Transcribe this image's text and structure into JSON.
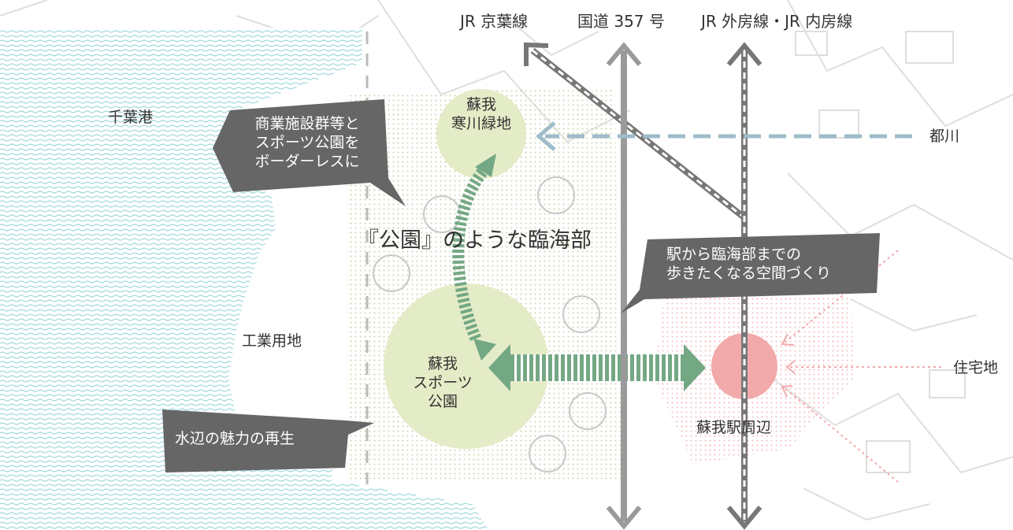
{
  "colors": {
    "sea_wave": "#8ccfd6",
    "green_zone": "#e4ecc7",
    "green_arrow": "#74a884",
    "dark_callout": "#666666",
    "pink_station": "#f2a9aa",
    "pink_dots": "#f5b8bc",
    "blue_arrow": "#9fbcc9",
    "road_gray": "#9a9a9a",
    "rail_gray": "#777777"
  },
  "top_labels": {
    "keiyo": "JR 京葉線",
    "route357": "国道 357 号",
    "sotobo": "JR 外房線・JR 内房線"
  },
  "places": {
    "chiba_port": "千葉港",
    "industrial": "工業用地",
    "miyako_river": "都川",
    "residential": "住宅地",
    "station_area": "蘇我駅周辺"
  },
  "parks": {
    "sogo_samukawa": [
      "蘇我",
      "寒川緑地"
    ],
    "sogo_sports": [
      "蘇我",
      "スポーツ",
      "公園"
    ]
  },
  "headline": "『公園』のような臨海部",
  "callouts": {
    "borderless": [
      "商業施設群等と",
      "スポーツ公園を",
      "ボーダーレスに"
    ],
    "waterfront": "水辺の魅力の再生",
    "walkable": [
      "駅から臨海部までの",
      "歩きたくなる空間づくり"
    ]
  },
  "icons": {
    "sea": "wave-lines",
    "road": "double-arrow-vertical",
    "rail": "double-arrow-vertical",
    "keiyo_line": "diagonal-rail-arrow",
    "river_flow": "dashed-left-arrow",
    "connection": "striped-double-arrow"
  }
}
